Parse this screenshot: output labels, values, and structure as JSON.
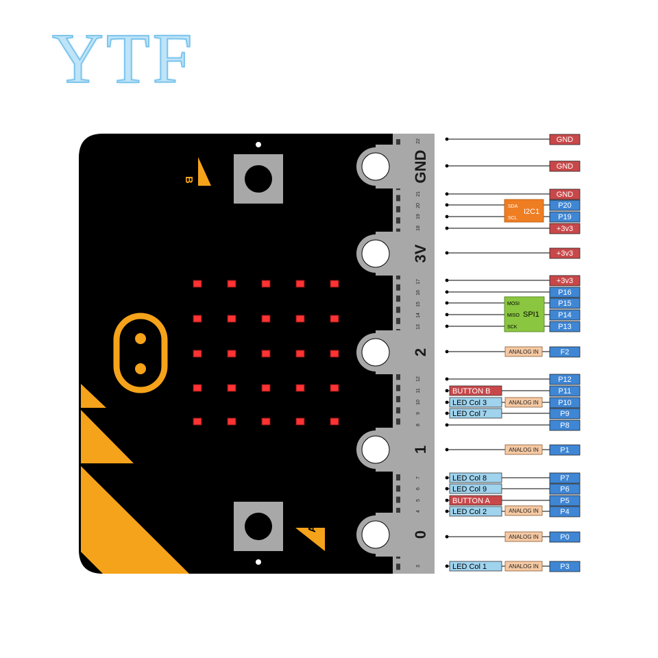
{
  "watermark": "YTF",
  "board": {
    "button_b_label": "B",
    "button_a_label": "A",
    "edge_pins": [
      "GND",
      "3V",
      "2",
      "1",
      "0"
    ],
    "edge_numbers": [
      "22",
      "21",
      "20",
      "19",
      "18",
      "17",
      "16",
      "15",
      "14",
      "13",
      "12",
      "11",
      "10",
      "9",
      "8",
      "7",
      "6",
      "5",
      "4",
      "3"
    ]
  },
  "colors": {
    "gnd": "#c8484a",
    "power": "#c8484a",
    "pin": "#3f86d4",
    "i2c": "#ef7d22",
    "spi": "#8ac640",
    "analog": "#f5c9a3",
    "led_col": "#9fd3ee",
    "button": "#c8484a",
    "board": "#000000",
    "connector": "#a8a8a8",
    "accent": "#f5a31a"
  },
  "pins": [
    {
      "label": "GND",
      "type": "gnd"
    },
    {
      "label": "GND",
      "type": "gnd"
    },
    {
      "label": "GND",
      "type": "gnd"
    },
    {
      "label": "P20",
      "type": "pin"
    },
    {
      "label": "P19",
      "type": "pin"
    },
    {
      "label": "+3v3",
      "type": "power"
    },
    {
      "label": "+3v3",
      "type": "power"
    },
    {
      "label": "+3v3",
      "type": "power"
    },
    {
      "label": "P16",
      "type": "pin"
    },
    {
      "label": "P15",
      "type": "pin"
    },
    {
      "label": "P14",
      "type": "pin"
    },
    {
      "label": "P13",
      "type": "pin"
    },
    {
      "label": "F2",
      "type": "pin"
    },
    {
      "label": "P12",
      "type": "pin"
    },
    {
      "label": "P11",
      "type": "pin"
    },
    {
      "label": "P10",
      "type": "pin"
    },
    {
      "label": "P9",
      "type": "pin"
    },
    {
      "label": "P8",
      "type": "pin"
    },
    {
      "label": "P1",
      "type": "pin"
    },
    {
      "label": "P7",
      "type": "pin"
    },
    {
      "label": "P6",
      "type": "pin"
    },
    {
      "label": "P5",
      "type": "pin"
    },
    {
      "label": "P4",
      "type": "pin"
    },
    {
      "label": "P0",
      "type": "pin"
    },
    {
      "label": "P3",
      "type": "pin"
    }
  ],
  "groups": {
    "i2c": {
      "title": "I2C1",
      "lines": [
        "SDA",
        "SCL"
      ]
    },
    "spi": {
      "title": "SPI1",
      "lines": [
        "MOSI",
        "MISO",
        "SCK"
      ]
    }
  },
  "analog_label": "ANALOG IN",
  "functions": {
    "button_b": "BUTTON B",
    "led_col3": "LED Col 3",
    "led_col7": "LED Col 7",
    "led_col8": "LED Col 8",
    "led_col9": "LED Col 9",
    "button_a": "BUTTON A",
    "led_col2": "LED Col 2",
    "led_col1": "LED Col 1"
  }
}
